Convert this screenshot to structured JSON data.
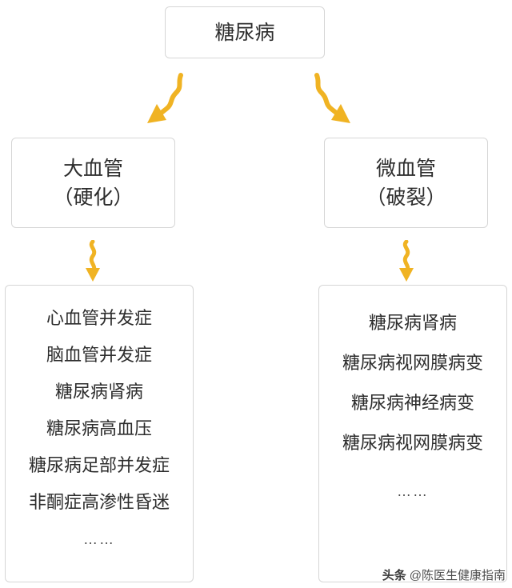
{
  "diagram": {
    "root": {
      "label": "糖尿病"
    },
    "branches": [
      {
        "title_line1": "大血管",
        "title_line2": "（硬化）",
        "items": [
          "心血管并发症",
          "脑血管并发症",
          "糖尿病肾病",
          "糖尿病高血压",
          "糖尿病足部并发症",
          "非酮症高渗性昏迷",
          "……"
        ]
      },
      {
        "title_line1": "微血管",
        "title_line2": "（破裂）",
        "items": [
          "糖尿病肾病",
          "糖尿病视网膜病变",
          "糖尿病神经病变",
          "糖尿病视网膜病变",
          "……"
        ]
      }
    ],
    "arrow_color": "#f0b323",
    "box_border_color": "#d6d6d6"
  },
  "watermark": {
    "logo": "头条",
    "text": "@陈医生健康指南"
  }
}
